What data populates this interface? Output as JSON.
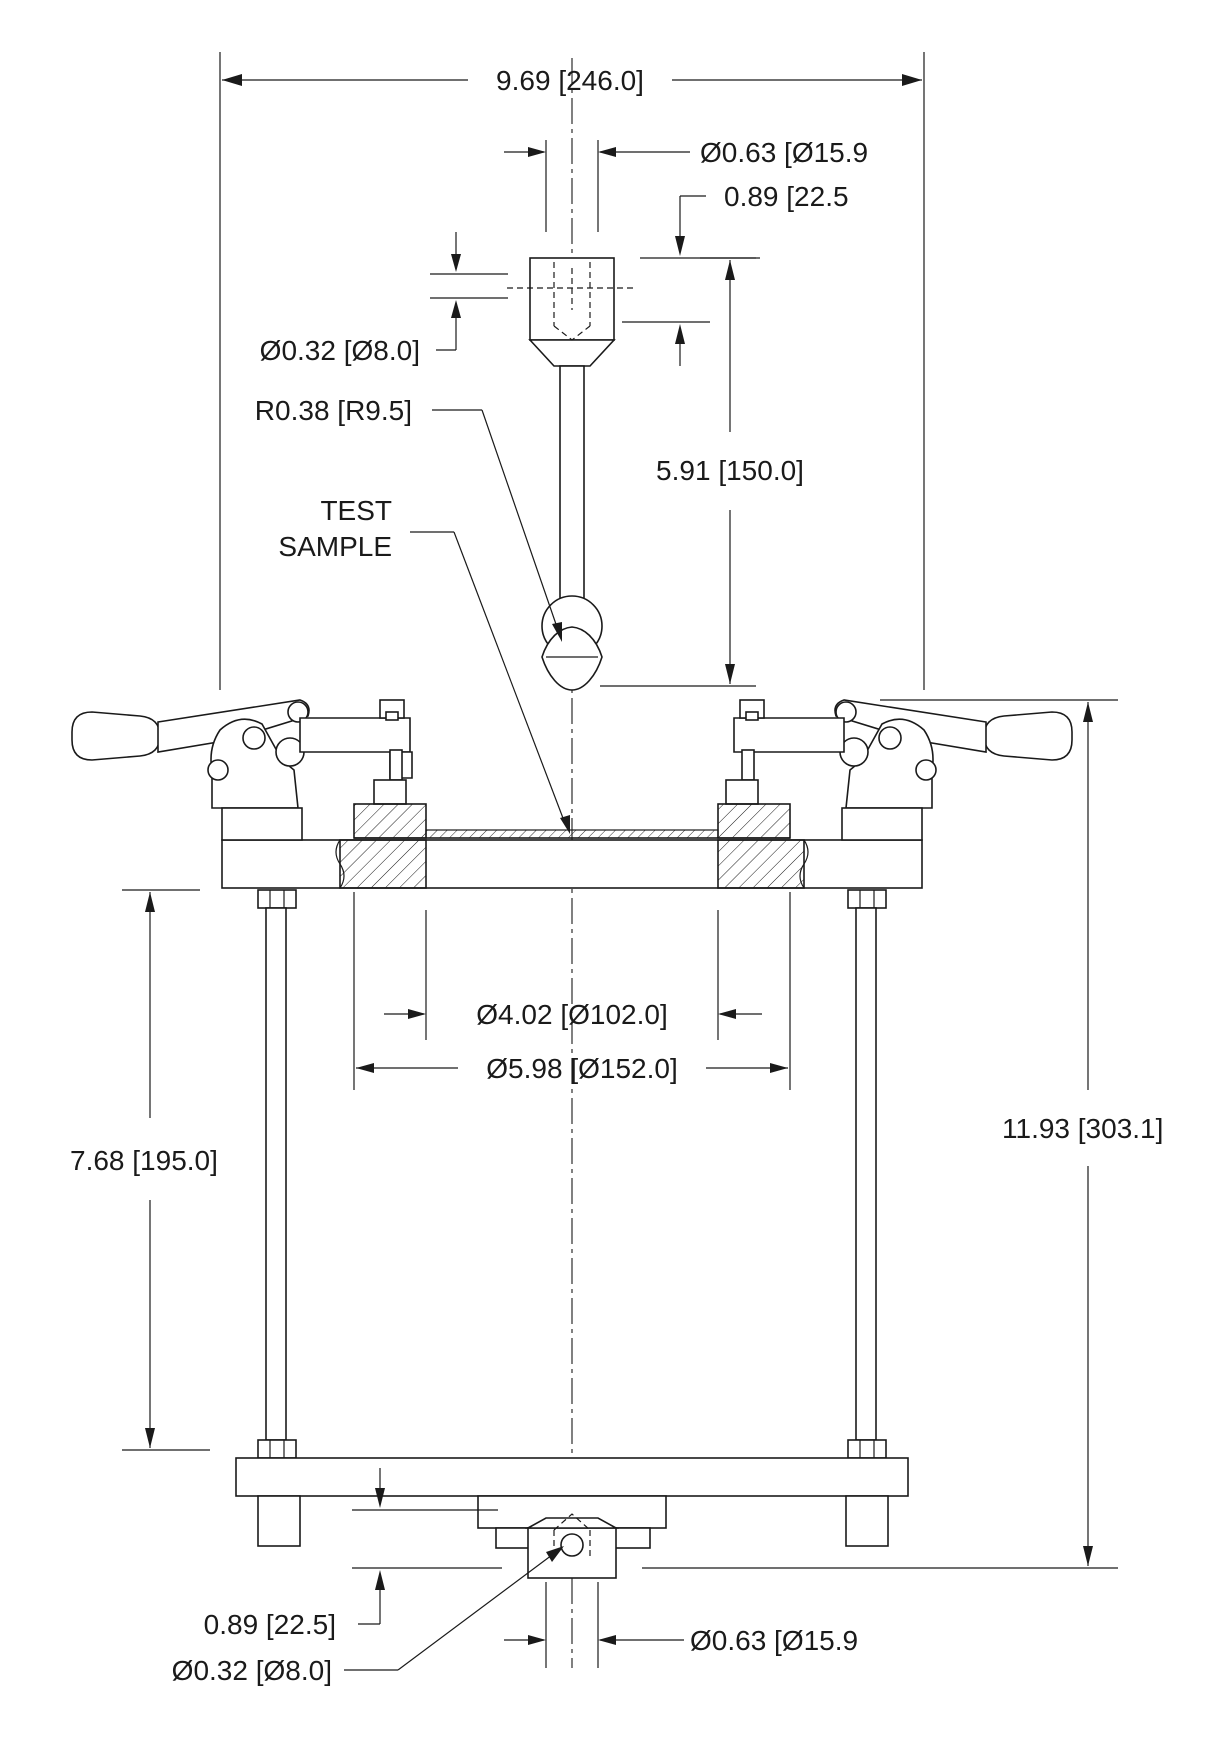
{
  "dimensions": {
    "overall_width": "9.69 [246.0]",
    "rod_dia_top": "Ø0.63 [Ø15.9",
    "clevis_depth_top": "0.89 [22.5",
    "pin_hole_top": "Ø0.32 [Ø8.0]",
    "ball_radius": "R0.38 [R9.5]",
    "probe_length": "5.91 [150.0]",
    "inner_dia": "Ø4.02 [Ø102.0]",
    "outer_dia": "Ø5.98 [Ø152.0]",
    "post_height": "7.68 [195.0]",
    "overall_height": "11.93 [303.1]",
    "clevis_depth_bottom": "0.89 [22.5]",
    "pin_hole_bottom": "Ø0.32 [Ø8.0]",
    "rod_dia_bottom": "Ø0.63 [Ø15.9"
  },
  "labels": {
    "test_sample_line1": "TEST",
    "test_sample_line2": "SAMPLE"
  }
}
